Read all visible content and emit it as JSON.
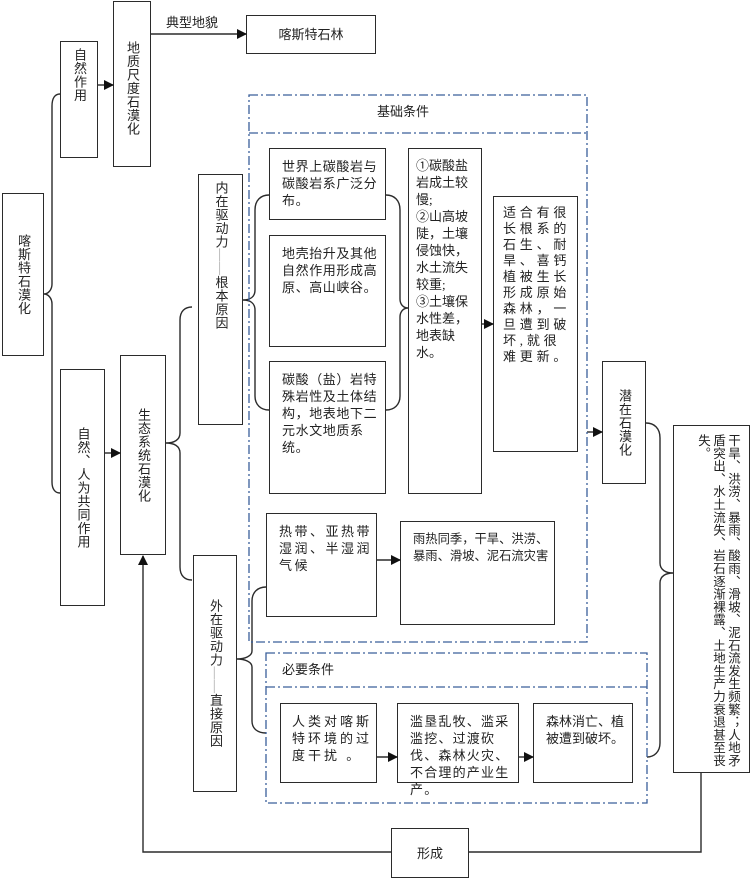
{
  "colors": {
    "line": "#2b2b2b",
    "dashed_frame": "#3a5f9a",
    "separator": "#9a9a9a"
  },
  "nodes": {
    "root": "喀斯特石漠化",
    "natural": "自然作用",
    "geological": "地质尺度石漠化",
    "typical_label": "典型地貌",
    "stone_forest": "喀斯特石林",
    "combined": "自然、人为共同作用",
    "ecosystem": "生态系统石漠化",
    "internal": {
      "main": "内在驱动力",
      "sep": "——",
      "sub": "根本原因"
    },
    "external": {
      "main": "外在驱动力",
      "sep": "——",
      "sub": "直接原因"
    },
    "potential": "潜在石漠化",
    "feedback": "形成"
  },
  "basic_conditions": {
    "title": "基础条件",
    "items": [
      "世界上碳酸岩与碳酸岩系广泛分布。",
      "地壳抬升及其他自然作用形成高原、高山峡谷。",
      "碳酸（盐）岩特殊岩性及土体结构，地表地下二元水文地质系统。"
    ],
    "effects": [
      "①碳酸盐岩成土较慢;",
      "②山高坡陡，土壤侵蚀快，水土流失较重;",
      "③土壤保水性差，地表缺水。"
    ],
    "vegetation": "适合有很长根系的石生、耐旱、喜钙植被生长形成原始森林，一旦遭到破坏,就很难更新。",
    "climate": "热带、亚热带湿润、半湿润气候",
    "climate_effect": "雨热同季，干旱、洪涝、暴雨、滑坡、泥石流灾害"
  },
  "necessary_conditions": {
    "title": "必要条件",
    "human": "人类对喀斯特环境的过度干扰 。",
    "actions": "滥垦乱牧、滥采滥挖、过渡砍伐、森林火灾、不合理的产业生产。",
    "forest_loss": "森林消亡、植被遭到破坏。"
  },
  "consequences": "干旱、洪涝、暴雨、酸雨、滑坡、泥石流发生频繁；人地矛盾突出、水土流失、岩石逐渐裸露、土地生产力衰退甚至丧失。"
}
